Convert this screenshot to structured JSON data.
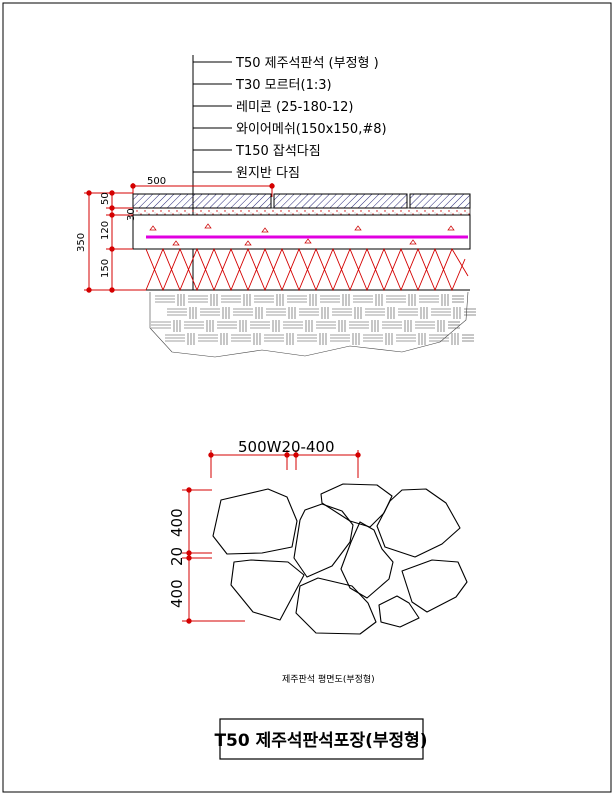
{
  "section": {
    "labels": [
      "T50 제주석판석 (부정형 )",
      "T30 모르터(1:3)",
      "레미콘 (25-180-12)",
      "와이어메쉬(150x150,#8)",
      "T150 잡석다짐",
      "원지반 다짐"
    ],
    "dim_width": "500",
    "dim_total": "350",
    "dim_layers": [
      "50",
      "30",
      "120",
      "150"
    ]
  },
  "plan": {
    "dim_top": "500W20-400",
    "dim_left": [
      "400",
      "20",
      "400"
    ],
    "caption": "제주판석 평면도(부정형)"
  },
  "title": "T50 제주석판석포장(부정형)",
  "colors": {
    "dimension": "#d40000",
    "mesh": "#e000e0",
    "line": "#000000"
  }
}
